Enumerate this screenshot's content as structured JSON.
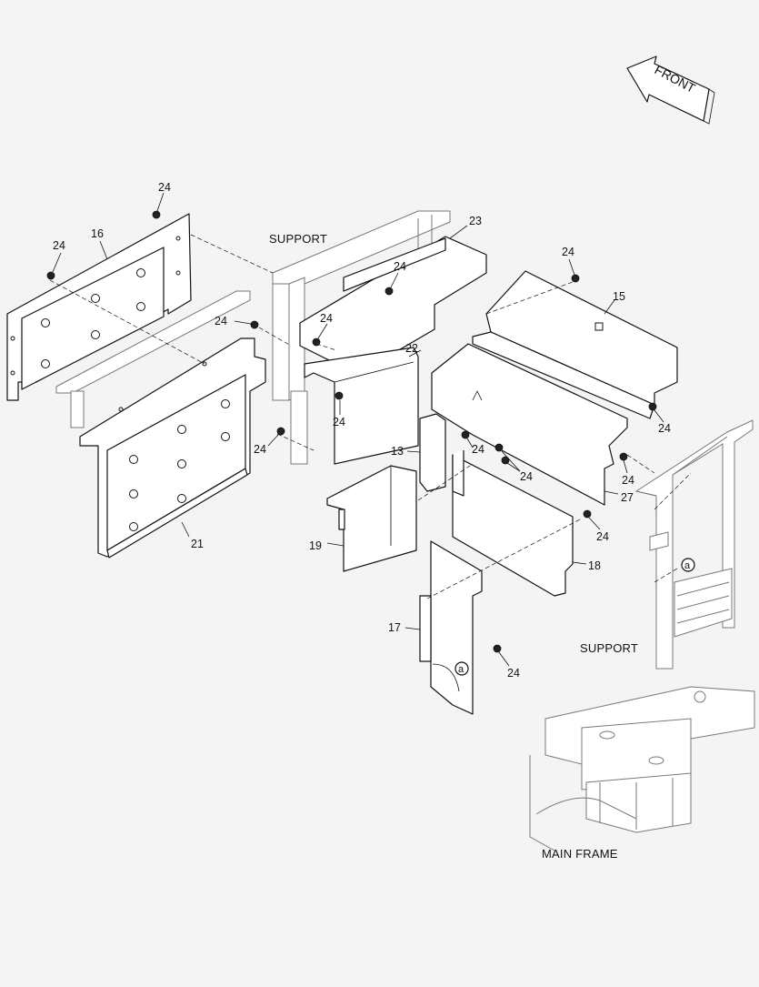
{
  "diagram": {
    "part_numbers": {
      "p13": "13",
      "p15": "15",
      "p16": "16",
      "p17": "17",
      "p18": "18",
      "p19": "19",
      "p21": "21",
      "p22": "22",
      "p23": "23",
      "p27": "27",
      "bolt": "24"
    },
    "captions": {
      "support_top": "SUPPORT",
      "support_right": "SUPPORT",
      "main_frame": "MAIN FRAME"
    },
    "front_arrow": "FRONT",
    "ref_mark": "a"
  }
}
